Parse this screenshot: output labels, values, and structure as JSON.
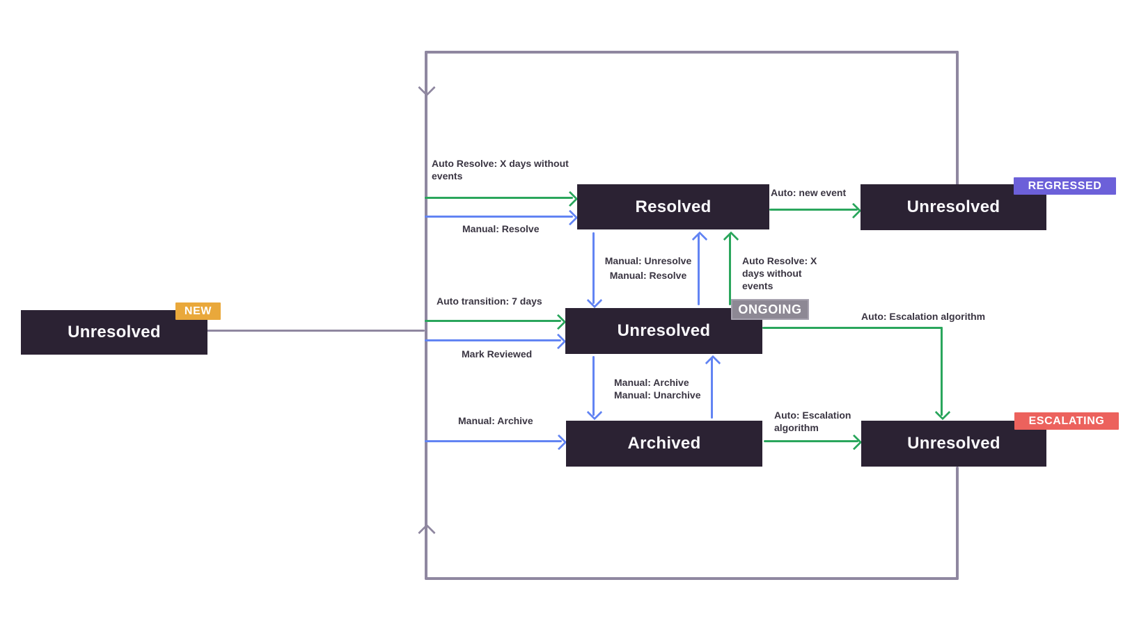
{
  "diagram": {
    "type": "state-machine",
    "nodes": {
      "new_unresolved": {
        "label": "Unresolved",
        "badge": "NEW"
      },
      "resolved": {
        "label": "Resolved"
      },
      "ongoing_unresolved": {
        "label": "Unresolved",
        "badge": "ONGOING"
      },
      "archived": {
        "label": "Archived"
      },
      "regressed_unresolved": {
        "label": "Unresolved",
        "badge": "REGRESSED"
      },
      "escalating_unresolved": {
        "label": "Unresolved",
        "badge": "ESCALATING"
      }
    },
    "edges": {
      "auto_resolve_days": "Auto Resolve: X days without events",
      "manual_resolve": "Manual: Resolve",
      "auto_new_event": "Auto: new event",
      "manual_unresolve": "Manual: Unresolve",
      "manual_resolve_up": "Manual: Resolve",
      "auto_resolve_days_up": "Auto Resolve: X days without events",
      "auto_transition_7_days": "Auto transition: 7 days",
      "mark_reviewed": "Mark Reviewed",
      "auto_escalation_ongoing": "Auto: Escalation algorithm",
      "manual_archive_down": "Manual: Archive",
      "manual_unarchive": "Manual: Unarchive",
      "manual_archive": "Manual: Archive",
      "auto_escalation_archived": "Auto: Escalation algorithm"
    },
    "colors": {
      "node_bg": "#2B2233",
      "node_text": "#FAF9FC",
      "auto_edge_green": "#2AA65C",
      "manual_edge_blue": "#6284F3",
      "loop_purple": "#8F87A0",
      "badge_new": "#E9A83B",
      "badge_ongoing": "#8D8894",
      "badge_regressed": "#6C60D9",
      "badge_escalating": "#EC625D",
      "label_text": "#3A3542"
    }
  }
}
